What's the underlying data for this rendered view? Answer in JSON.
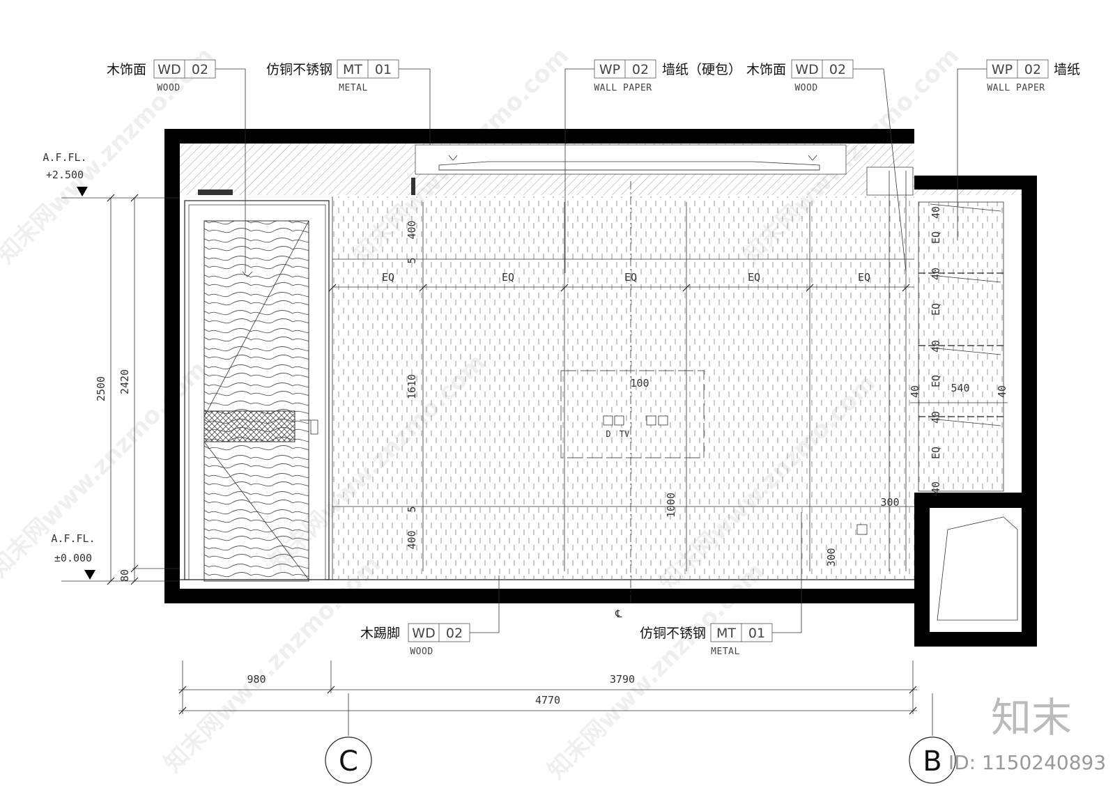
{
  "tags": [
    {
      "label": "木饰面",
      "code": "WD",
      "num": "02",
      "material": "WOOD"
    },
    {
      "label": "仿铜不锈钢",
      "code": "MT",
      "num": "01",
      "material": "METAL"
    },
    {
      "label": "墙纸（硬包）",
      "code": "WP",
      "num": "02",
      "material": "WALL PAPER"
    },
    {
      "label": "木饰面",
      "code": "WD",
      "num": "02",
      "material": "WOOD"
    },
    {
      "label": "墙纸",
      "code": "WP",
      "num": "02",
      "material": "WALL PAPER"
    },
    {
      "label": "木踢脚",
      "code": "WD",
      "num": "02",
      "material": "WOOD"
    },
    {
      "label": "仿铜不锈钢",
      "code": "MT",
      "num": "01",
      "material": "METAL"
    }
  ],
  "levels": {
    "top": {
      "line1": "A.F.FL.",
      "line2": "+2.500"
    },
    "floor": {
      "line1": "A.F.FL.",
      "line2": "±0.000"
    }
  },
  "dims": {
    "h_total": "2500",
    "h_door": "2420",
    "h_base": "80",
    "w_door": "980",
    "w_wall": "3790",
    "w_total": "4770",
    "v_top": "400",
    "v_mid": "1610",
    "v_bot": "400",
    "gap5a": "5",
    "gap5b": "5",
    "socket_h": "1000",
    "tv_h": "100",
    "floor_socket": "300",
    "side_socket": "300",
    "shelf_w": "540",
    "shelf_l": "40",
    "shelf_r": "40",
    "eq": [
      "EQ",
      "EQ",
      "EQ",
      "EQ",
      "EQ"
    ],
    "shelf_v": [
      "40",
      "EQ",
      "40",
      "EQ",
      "40",
      "EQ",
      "40",
      "EQ",
      "40"
    ]
  },
  "socket_labels": {
    "d": "D",
    "tv": "TV"
  },
  "centerline": "℄",
  "grid": {
    "left": "C",
    "right": "B"
  },
  "watermark": {
    "brand": "知末",
    "id": "ID: 1150240893",
    "site": "知末网www.znzmo.com"
  }
}
